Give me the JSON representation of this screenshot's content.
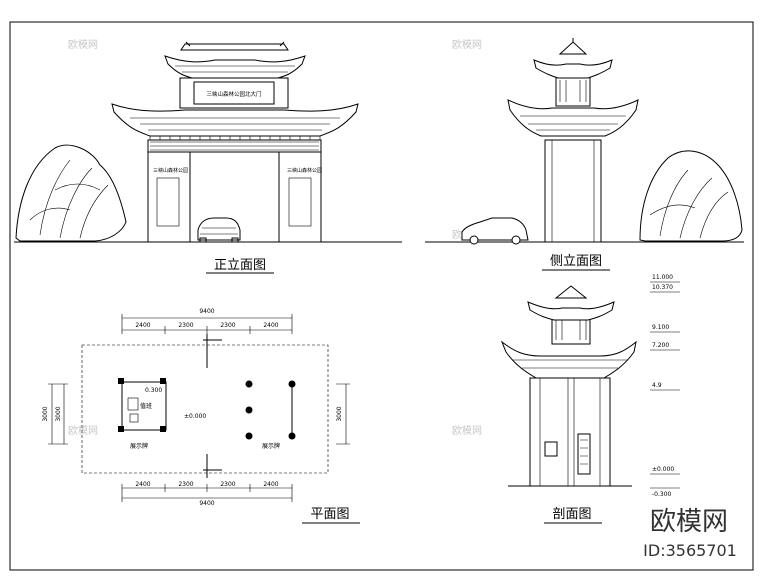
{
  "views": {
    "front_elevation": {
      "title": "正立面图",
      "plaque": "三峡山森林公园北大门"
    },
    "side_elevation": {
      "title": "侧立面图"
    },
    "plan": {
      "title": "平面图",
      "overall": "9400",
      "bays": [
        "2400",
        "2300",
        "2300",
        "2400"
      ],
      "depth": "3000",
      "level_room": "0.300",
      "level_center": "±0.000",
      "room_label": "值班",
      "sign_left": "展示牌",
      "sign_right": "展示牌"
    },
    "section": {
      "title": "剖面图",
      "levels": [
        "11.000",
        "10.370",
        "9.100",
        "7.200",
        "4.9",
        "±0.000",
        "-0.300"
      ]
    }
  },
  "brand": {
    "name": "欧模网",
    "id": "ID:3565701"
  }
}
